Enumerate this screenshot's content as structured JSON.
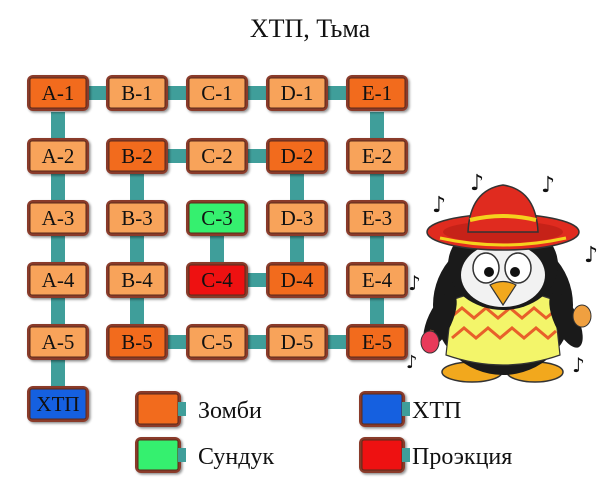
{
  "title": "ХТП, Тьма",
  "colors": {
    "zombie": "#f26b1d",
    "light": "#f8a35a",
    "chest": "#35f06f",
    "projection": "#ee1111",
    "htp": "#1560e0",
    "connector": "#3f9e9a",
    "frame": "#8a3b2b"
  },
  "cells": [
    {
      "label": "A-1",
      "type": "zombie"
    },
    {
      "label": "B-1",
      "type": "light"
    },
    {
      "label": "C-1",
      "type": "light"
    },
    {
      "label": "D-1",
      "type": "light"
    },
    {
      "label": "E-1",
      "type": "zombie"
    },
    {
      "label": "A-2",
      "type": "light"
    },
    {
      "label": "B-2",
      "type": "zombie"
    },
    {
      "label": "C-2",
      "type": "light"
    },
    {
      "label": "D-2",
      "type": "zombie"
    },
    {
      "label": "E-2",
      "type": "light"
    },
    {
      "label": "A-3",
      "type": "light"
    },
    {
      "label": "B-3",
      "type": "light"
    },
    {
      "label": "C-3",
      "type": "chest"
    },
    {
      "label": "D-3",
      "type": "light"
    },
    {
      "label": "E-3",
      "type": "light"
    },
    {
      "label": "A-4",
      "type": "light"
    },
    {
      "label": "B-4",
      "type": "light"
    },
    {
      "label": "C-4",
      "type": "projection"
    },
    {
      "label": "D-4",
      "type": "zombie"
    },
    {
      "label": "E-4",
      "type": "light"
    },
    {
      "label": "A-5",
      "type": "light"
    },
    {
      "label": "B-5",
      "type": "zombie"
    },
    {
      "label": "C-5",
      "type": "light"
    },
    {
      "label": "D-5",
      "type": "light"
    },
    {
      "label": "E-5",
      "type": "zombie"
    },
    {
      "label": "ХТП",
      "type": "htp"
    }
  ],
  "legend": [
    {
      "label": "Зомби",
      "type": "zombie"
    },
    {
      "label": "ХТП",
      "type": "htp"
    },
    {
      "label": "Сундук",
      "type": "chest"
    },
    {
      "label": "Проэкция",
      "type": "projection"
    }
  ],
  "mascot": {
    "icon": "penguin-sombrero-maracas-icon"
  }
}
